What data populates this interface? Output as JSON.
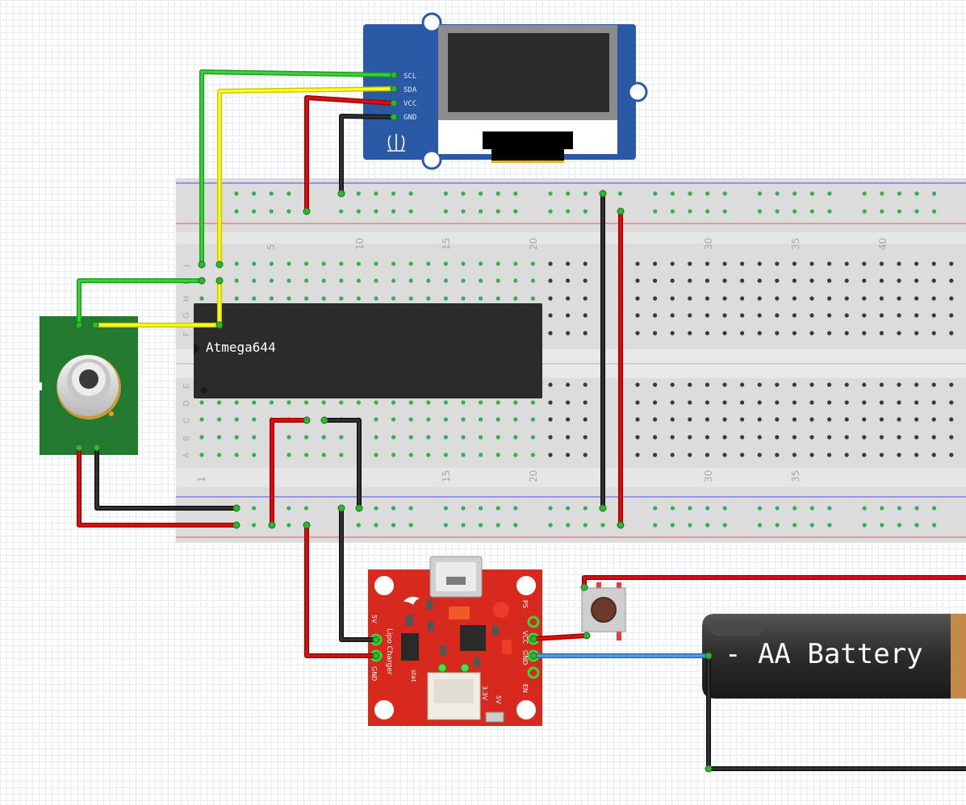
{
  "breadboard": {
    "col_numbers": [
      "5",
      "10",
      "15",
      "20",
      "30",
      "35",
      "40"
    ],
    "bottom_col_numbers": [
      "1",
      "15",
      "20",
      "30",
      "35"
    ],
    "row_letters_top": [
      "J",
      "I",
      "H",
      "G",
      "F"
    ],
    "row_letters_bottom": [
      "E",
      "D",
      "C",
      "B",
      "A"
    ]
  },
  "chip": {
    "label": "Atmega644"
  },
  "oled": {
    "pins": [
      "SCL",
      "SDA",
      "VCC",
      "GND"
    ]
  },
  "charger": {
    "title": "Lipo Charger",
    "left_labels": [
      "5V",
      "GND"
    ],
    "right_labels": [
      "PS",
      "VCC",
      "GND",
      "EN"
    ],
    "bottom_labels": [
      "stat",
      "3.3V",
      "5V"
    ]
  },
  "battery": {
    "label": "-  AA Battery"
  },
  "colors": {
    "wire_red": "#cc0000",
    "wire_black": "#222222",
    "wire_green": "#1fc01f",
    "wire_yellow": "#f4f400",
    "wire_blue": "#3d8fd8",
    "breadboard": "#dcdcdc",
    "oled_board": "#2a5aa6",
    "charger_board": "#d8291e",
    "sensor_board": "#217a2e"
  }
}
